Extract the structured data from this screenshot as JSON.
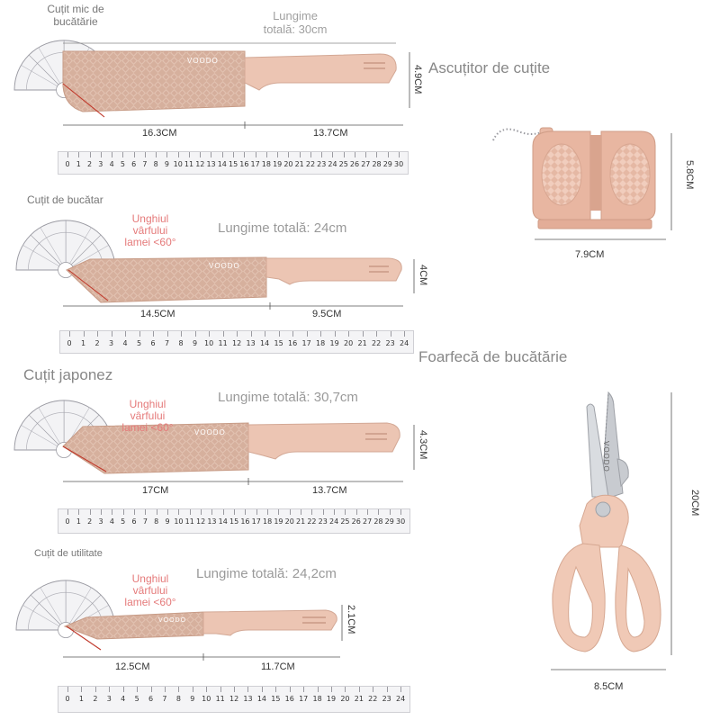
{
  "items": [
    {
      "title": "Cuțit mic de bucătărie",
      "length_label": "Lungime totală: 30cm",
      "blade_dim": "16.3CM",
      "handle_dim": "13.7CM",
      "height_dim": "4.9CM",
      "ruler_max": 30
    },
    {
      "title": "Cuțit de bucătar",
      "angle_label": "Unghiul vârfului lamei <60°",
      "length_label": "Lungime totală: 24cm",
      "blade_dim": "14.5CM",
      "handle_dim": "9.5CM",
      "height_dim": "4CM",
      "ruler_max": 24
    },
    {
      "title": "Cuțit japonez",
      "angle_label": "Unghiul vârfului lamei <60°",
      "length_label": "Lungime totală: 30,7cm",
      "blade_dim": "17CM",
      "handle_dim": "13.7CM",
      "height_dim": "4.3CM",
      "ruler_max": 30
    },
    {
      "title": "Cuțit de utilitate",
      "angle_label": "Unghiul vârfului lamei <60°",
      "length_label": "Lungime totală: 24,2cm",
      "blade_dim": "12.5CM",
      "handle_dim": "11.7CM",
      "height_dim": "2.1CM",
      "ruler_max": 24
    }
  ],
  "sharpener": {
    "title": "Ascuțitor de cuțite",
    "width_dim": "7.9CM",
    "height_dim": "5.8CM"
  },
  "scissors": {
    "title": "Foarfecă de bucătărie",
    "width_dim": "8.5CM",
    "height_dim": "20CM",
    "brand": "VOODO"
  },
  "brand": "VOODO",
  "colors": {
    "blade": "#d8b4a2",
    "handle": "#ebc6b4",
    "accent": "#e57a7a"
  }
}
